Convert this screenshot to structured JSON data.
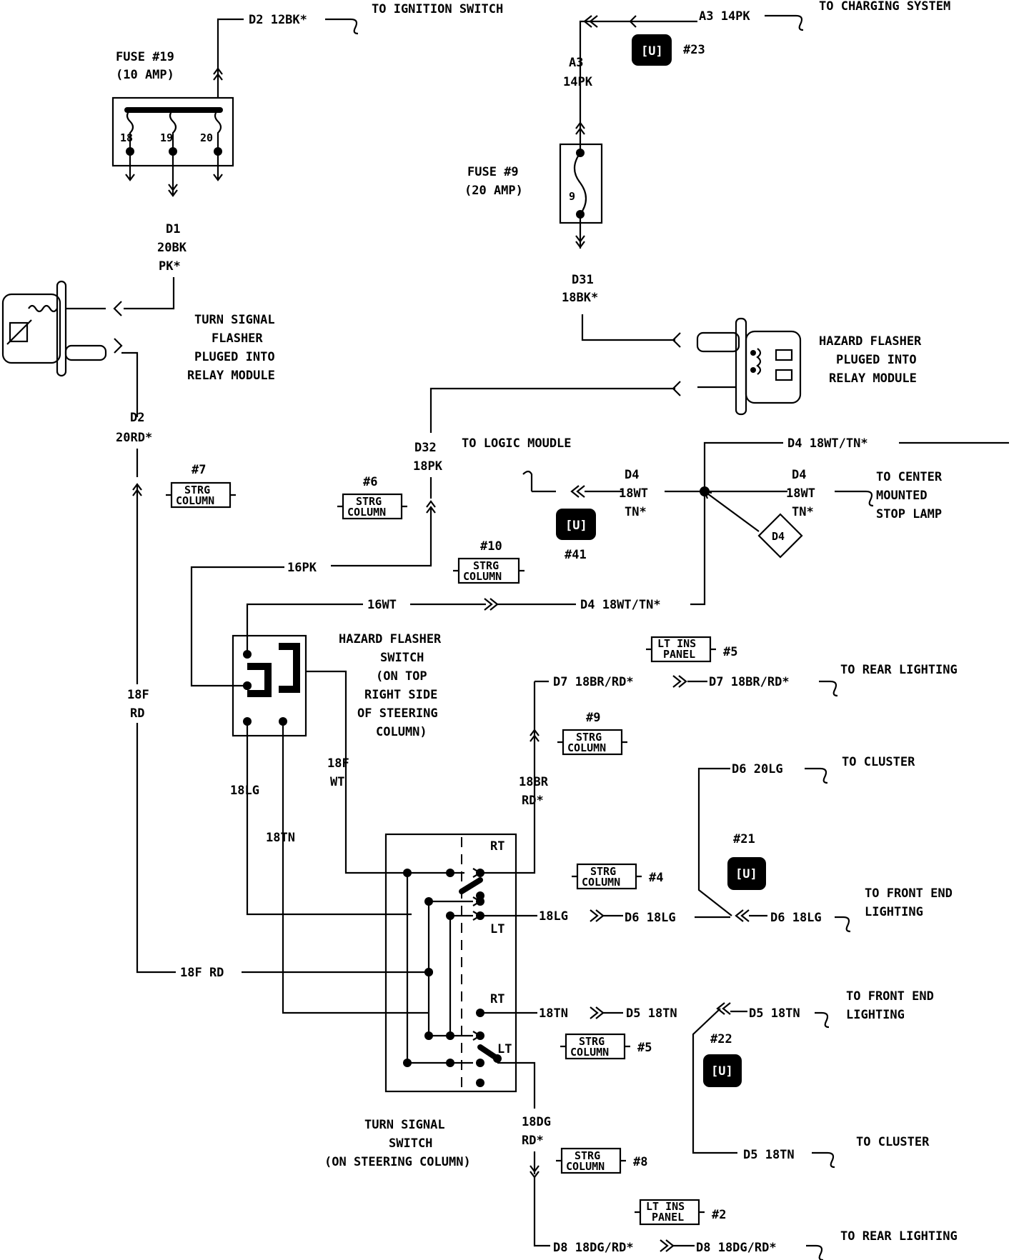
{
  "fuse19": {
    "title": "FUSE #19",
    "rating": "(10 AMP)",
    "pins": [
      "18",
      "19",
      "20"
    ]
  },
  "top_left": {
    "wire": "D2 12BK*",
    "dest": "TO IGNITION SWITCH"
  },
  "d1_wire": [
    "D1",
    "20BK",
    "PK*"
  ],
  "turn_flasher": {
    "lines": [
      "TURN SIGNAL",
      "FLASHER",
      "PLUGED INTO",
      "RELAY MODULE"
    ]
  },
  "d2_wire": [
    "D2",
    "20RD*"
  ],
  "charging": {
    "wire": "A3 14PK",
    "dest": "TO CHARGING SYSTEM",
    "connector": "#23"
  },
  "a3_wire": [
    "A3",
    "14PK"
  ],
  "fuse9": {
    "title": "FUSE #9",
    "rating": "(20 AMP)",
    "pin": "9"
  },
  "d31_wire": [
    "D31",
    "18BK*"
  ],
  "hazard_flasher": {
    "lines": [
      "HAZARD FLASHER",
      "PLUGED INTO",
      "RELAY MODULE"
    ]
  },
  "d32_wire": [
    "D32",
    "18PK"
  ],
  "logic_module": "TO LOGIC MOUDLE",
  "d4": {
    "top": "D4 18WT/TN*",
    "left": [
      "D4",
      "18WT",
      "TN*"
    ],
    "right": [
      "D4",
      "18WT",
      "TN*"
    ],
    "bottom": "D4 18WT/TN*",
    "diamond": "D4",
    "connector": "#41"
  },
  "center_stop": [
    "TO CENTER",
    "MOUNTED",
    "STOP LAMP"
  ],
  "strg": {
    "line1": "STRG",
    "line2": "COLUMN"
  },
  "lt_ins": {
    "line1": "LT INS",
    "line2": "PANEL"
  },
  "ref_labels": {
    "r7": "#7",
    "r6": "#6",
    "r10": "#10",
    "r9": "#9",
    "r4": "#4",
    "r5": "#5",
    "r8": "#8",
    "r5b": "#5",
    "r2": "#2"
  },
  "wire_16pk": "16PK",
  "wire_16wt": "16WT",
  "hazard_switch": {
    "lines": [
      "HAZARD FLASHER",
      "SWITCH",
      "(ON TOP",
      "RIGHT SIDE",
      "OF STEERING",
      "COLUMN)"
    ]
  },
  "wire_18f_rd": [
    "18F",
    "RD"
  ],
  "wire_18f_wt": [
    "18F",
    "WT"
  ],
  "wire_18lg": "18LG",
  "wire_18tn": "18TN",
  "d7": {
    "left": "D7 18BR/RD*",
    "right": "D7 18BR/RD*",
    "dest": "TO REAR LIGHTING"
  },
  "wire_18br": [
    "18BR",
    "RD*"
  ],
  "d6_cluster": {
    "wire": "D6 20LG",
    "dest": "TO CLUSTER",
    "connector": "#21"
  },
  "d6_front": {
    "wire_left": "18LG",
    "mid": "D6 18LG",
    "right": "D6 18LG",
    "dest": [
      "TO FRONT END",
      "LIGHTING"
    ]
  },
  "wire_18f_rd_bottom": "18F RD",
  "d5_front": {
    "wire_left": "18TN",
    "mid": "D5 18TN",
    "right": "D5 18TN",
    "dest": [
      "TO FRONT END",
      "LIGHTING"
    ],
    "connector": "#22"
  },
  "d5_cluster": {
    "wire": "D5 18TN",
    "dest": "TO CLUSTER"
  },
  "switch_labels": {
    "rt1": "RT",
    "lt1": "LT",
    "rt2": "RT",
    "lt2": "LT"
  },
  "turn_switch": {
    "lines": [
      "TURN SIGNAL",
      "SWITCH",
      "(ON STEERING COLUMN)"
    ]
  },
  "wire_18dg": [
    "18DG",
    "RD*"
  ],
  "d8": {
    "left": "D8 18DG/RD*",
    "right": "D8 18DG/RD*",
    "dest": "TO REAR LIGHTING"
  }
}
